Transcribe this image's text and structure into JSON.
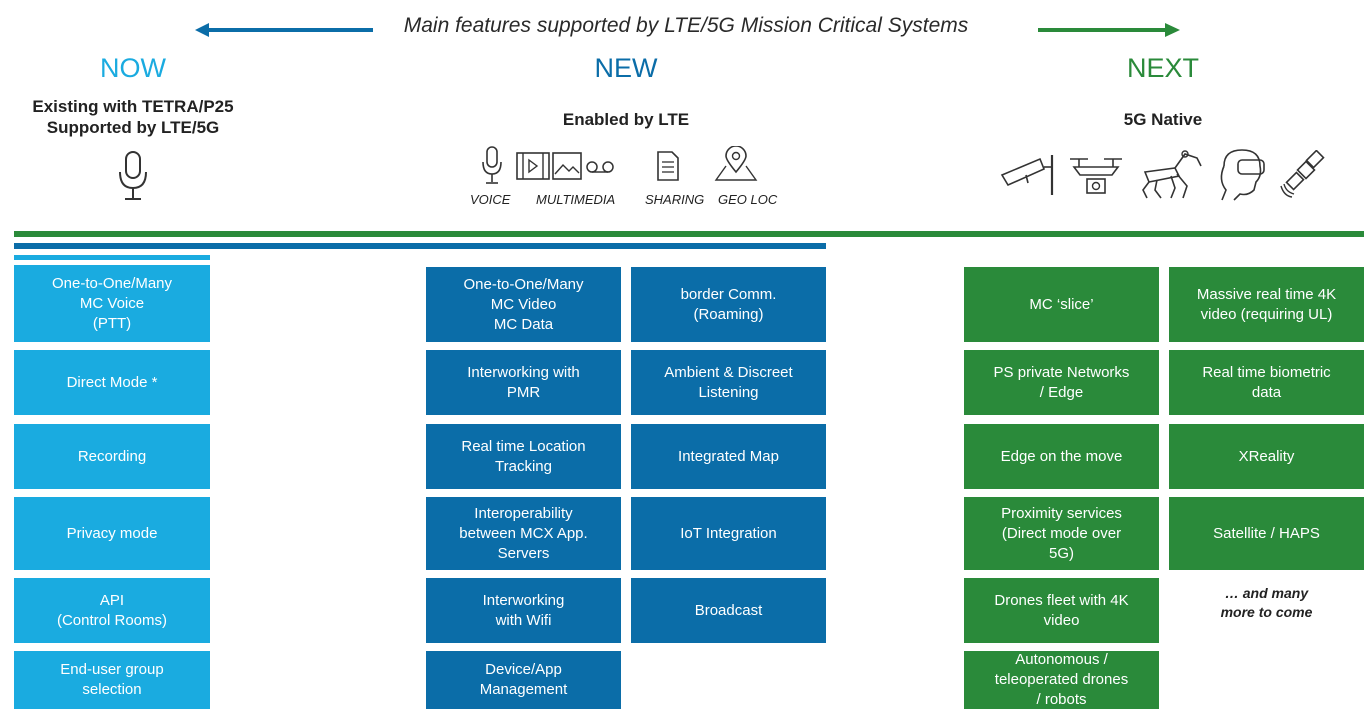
{
  "header": {
    "title": "Main features supported by LTE/5G Mission Critical Systems"
  },
  "colors": {
    "now": "#1aabe0",
    "new": "#0b6da8",
    "next": "#2a8a3a"
  },
  "columns": {
    "now": {
      "title": "NOW",
      "subtitle": "Existing with TETRA/P25\nSupported by LTE/5G",
      "icons": [
        "microphone-icon"
      ],
      "items": [
        "One-to-One/Many\nMC Voice\n(PTT)",
        "Direct Mode *",
        "Recording",
        "Privacy mode",
        "API\n(Control Rooms)",
        "End-user group\nselection"
      ]
    },
    "new": {
      "title": "NEW",
      "subtitle": "Enabled by LTE",
      "icon_labels": [
        "VOICE",
        "MULTIMEDIA",
        "SHARING",
        "GEO LOC"
      ],
      "items_left": [
        "One-to-One/Many\nMC Video\nMC Data",
        "Interworking with\nPMR",
        "Real time Location\nTracking",
        "Interoperability\nbetween MCX App.\nServers",
        "Interworking\nwith Wifi",
        "Device/App\nManagement"
      ],
      "items_right": [
        "border Comm.\n(Roaming)",
        "Ambient & Discreet\nListening",
        "Integrated Map",
        "IoT Integration",
        "Broadcast"
      ]
    },
    "next": {
      "title": "NEXT",
      "subtitle": "5G Native",
      "icons": [
        "cctv-camera-icon",
        "drone-icon",
        "robot-dog-icon",
        "vr-headset-icon",
        "satellite-icon"
      ],
      "items_left": [
        "MC ‘slice’",
        "PS private Networks\n/ Edge",
        "Edge on the move",
        "Proximity services\n(Direct mode over\n5G)",
        "Drones fleet with 4K\nvideo",
        "Autonomous /\nteleoperated drones\n/ robots"
      ],
      "items_right": [
        "Massive real time 4K\nvideo (requiring UL)",
        "Real time biometric\ndata",
        "XReality",
        "Satellite / HAPS"
      ],
      "more": "… and many\nmore to come"
    }
  }
}
